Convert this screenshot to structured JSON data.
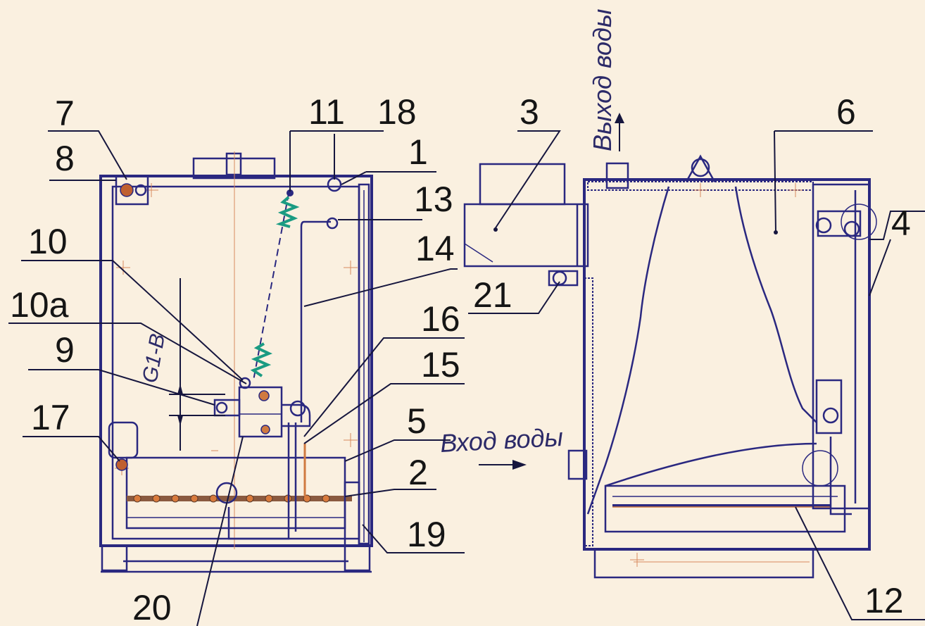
{
  "labels": {
    "l7": "7",
    "l8": "8",
    "l11": "11",
    "l18": "18",
    "l1": "1",
    "l13": "13",
    "l10": "10",
    "l14": "14",
    "l10a": "10a",
    "l9": "9",
    "l16": "16",
    "l15": "15",
    "l17": "17",
    "l5": "5",
    "l2": "2",
    "l19": "19",
    "l20": "20",
    "l3": "3",
    "l6": "6",
    "l4": "4",
    "l21": "21",
    "l12": "12"
  },
  "annotations": {
    "water_outlet": "Выход воды",
    "water_inlet": "Вход воды",
    "dimension": "G1-B"
  },
  "colors": {
    "background": "#faf0e0",
    "outline": "#2a2880",
    "spring": "#1a9b82",
    "leader": "#16163e"
  }
}
